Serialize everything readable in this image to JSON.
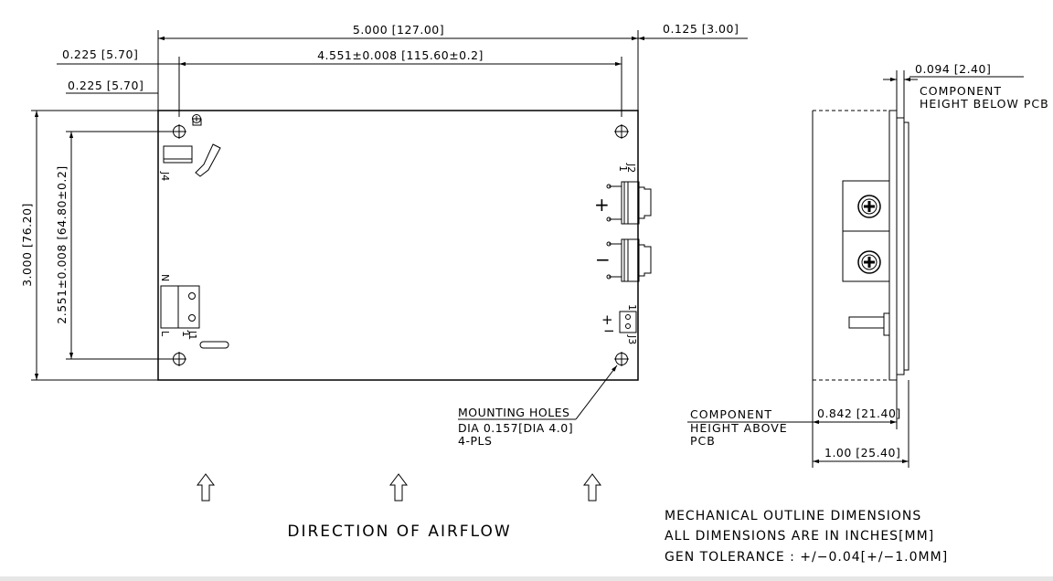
{
  "dimensions": {
    "overall_length": "5.000 [127.00]",
    "right_offset": "0.125 [3.00]",
    "left_offset_top": "0.225 [5.70]",
    "left_offset_lower": "0.225 [5.70]",
    "hole_spacing_x": "4.551±0.008 [115.60±0.2]",
    "overall_height": "3.000 [76.20]",
    "hole_spacing_y": "2.551±0.008 [64.80±0.2]",
    "pcb_thickness": "0.094 [2.40]",
    "comp_height_above": "0.842 [21.40]",
    "side_total": "1.00 [25.40]"
  },
  "labels": {
    "component_below_1": "COMPONENT",
    "component_below_2": "HEIGHT BELOW PCB",
    "component_above_1": "COMPONENT",
    "component_above_2": "HEIGHT ABOVE",
    "component_above_3": "PCB",
    "mounting_1": "MOUNTING HOLES",
    "mounting_2": "DIA 0.157[DIA 4.0]",
    "mounting_3": "4-PLS",
    "airflow": "DIRECTION OF AIRFLOW"
  },
  "connectors": {
    "j1": "J1",
    "j1_pin": "1",
    "j2": "J2",
    "j2_pin": "1",
    "j3": "J3",
    "j3_pin": "1",
    "j4": "J4",
    "n": "N",
    "l": "L",
    "plus": "+",
    "minus": "−",
    "j3_plus": "+",
    "j3_minus": "−"
  },
  "notes": [
    "MECHANICAL OUTLINE DIMENSIONS",
    "ALL DIMENSIONS ARE IN INCHES[MM]",
    "GEN TOLERANCE : +/−0.04[+/−1.0MM]"
  ]
}
